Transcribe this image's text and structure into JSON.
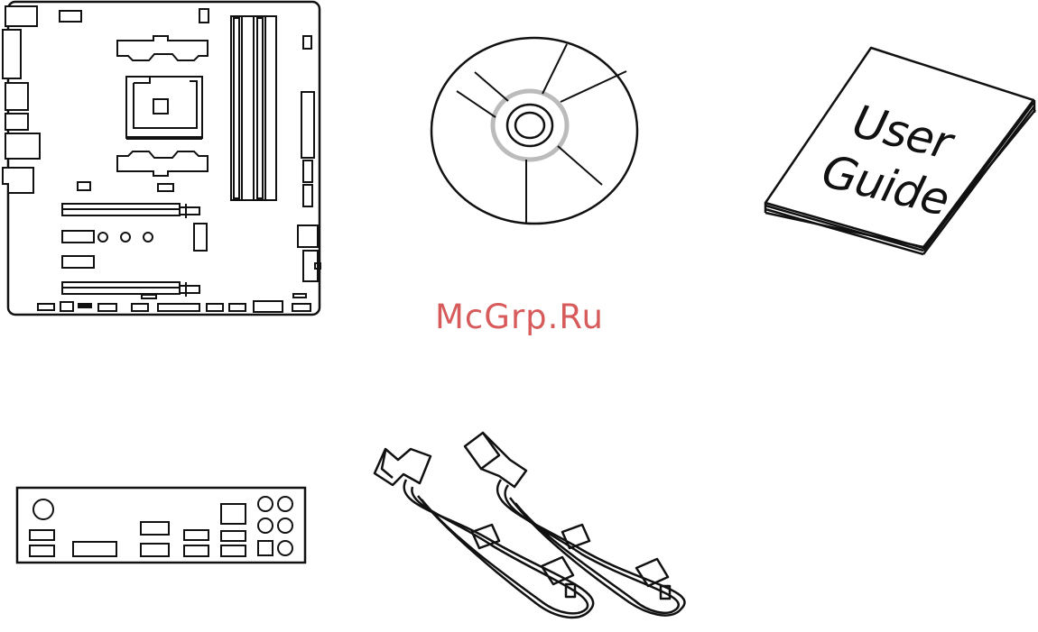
{
  "watermark": {
    "text": "McGrp.Ru",
    "color": "#d44a4a"
  },
  "user_guide": {
    "line1": "User",
    "line2": "Guide"
  },
  "items": {
    "motherboard": "motherboard-icon",
    "driver_disc": "disc-icon",
    "user_guide": "book-icon",
    "io_shield": "io-shield-icon",
    "sata_cables": "sata-cable-icon"
  }
}
